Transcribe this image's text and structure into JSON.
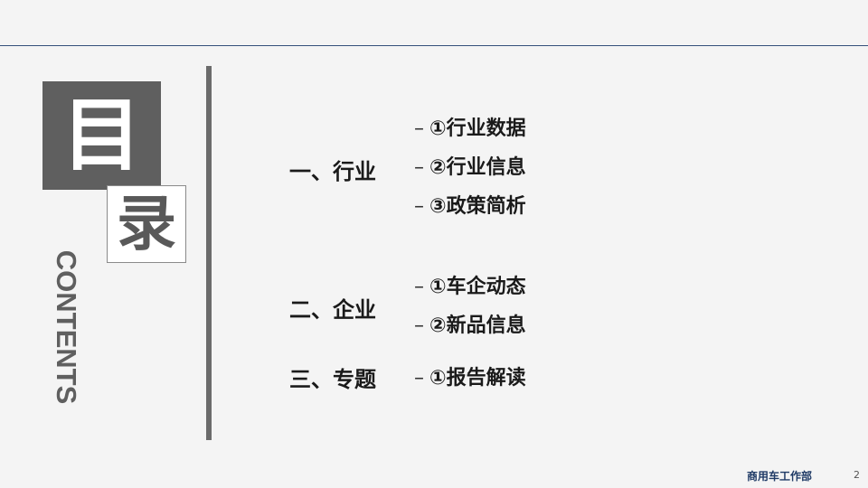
{
  "slide": {
    "title_char_1": "目",
    "title_char_2": "录",
    "contents_label": "CONTENTS",
    "sections": [
      {
        "title": "一、行业",
        "items": [
          "①行业数据",
          "②行业信息",
          "③政策简析"
        ]
      },
      {
        "title": "二、企业",
        "items": [
          "①车企动态",
          "②新品信息"
        ]
      },
      {
        "title": "三、专题",
        "items": [
          "①报告解读"
        ]
      }
    ],
    "dash": "–",
    "footer": "商用车工作部",
    "page_number": "2"
  },
  "colors": {
    "background": "#f4f4f4",
    "dark_gray": "#5f5f5f",
    "accent_line": "#34507a",
    "footer_text": "#1f3a66"
  }
}
